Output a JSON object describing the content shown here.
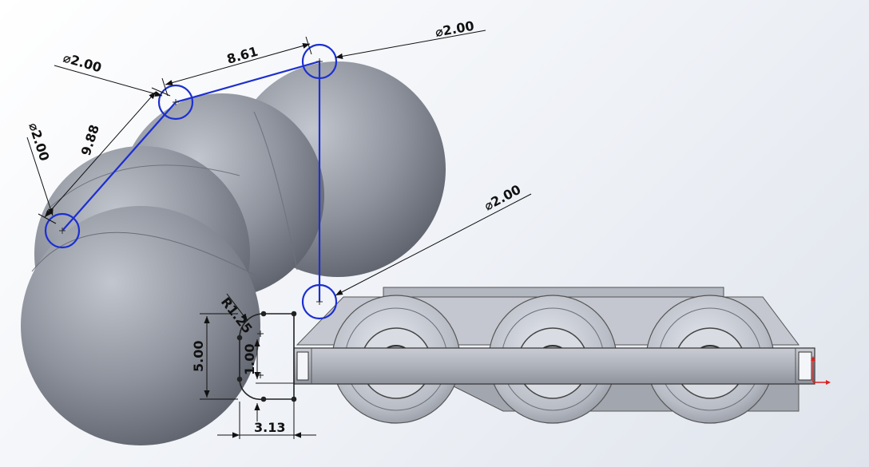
{
  "colors": {
    "body": "#8e929c",
    "sketch": "#1c2fd0",
    "dimension": "#111111",
    "background": "#eef1f6",
    "axis_x": "#e02020"
  },
  "dimensions": {
    "dia_top_left": "⌀2.00",
    "dia_top_right": "⌀2.00",
    "dia_left": "⌀2.00",
    "dia_mid_right": "⌀2.00",
    "len_top": "8.61",
    "len_left": "9.88",
    "radius": "R1.25",
    "height_5": "5.00",
    "height_1": "1.00",
    "width_313": "3.13"
  },
  "icons": {
    "triad": "axis-triad-icon"
  }
}
